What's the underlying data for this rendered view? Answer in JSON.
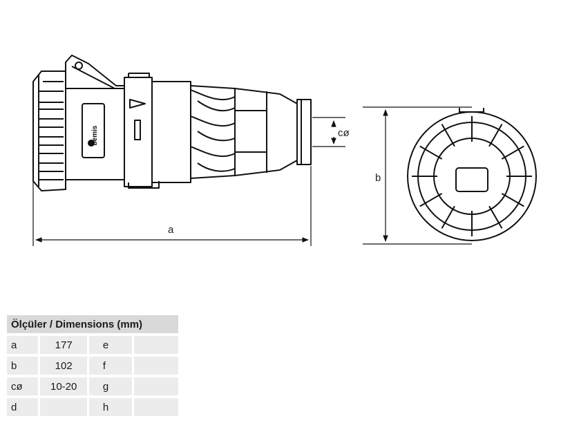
{
  "drawing": {
    "brand": "bemis",
    "labels": {
      "a": "a",
      "b": "b",
      "c": "cø"
    }
  },
  "table": {
    "header": "Ölçüler / Dimensions (mm)",
    "rows": [
      {
        "k1": "a",
        "v1": "177",
        "k2": "e",
        "v2": ""
      },
      {
        "k1": "b",
        "v1": "102",
        "k2": "f",
        "v2": ""
      },
      {
        "k1": "cø",
        "v1": "10-20",
        "k2": "g",
        "v2": ""
      },
      {
        "k1": "d",
        "v1": "",
        "k2": "h",
        "v2": ""
      }
    ]
  }
}
